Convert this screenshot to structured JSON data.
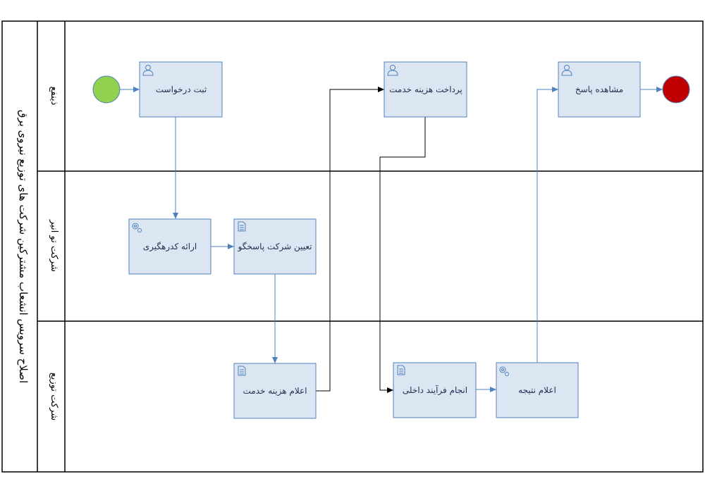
{
  "pool": {
    "title": "اصلاح سرویس انشعاب مشترکین شرکت های توزیع نیروی برق"
  },
  "lanes": [
    {
      "id": "beneficiary",
      "label": "ذینفع"
    },
    {
      "id": "aggregator",
      "label": "شرکت تو انیر"
    },
    {
      "id": "distribution",
      "label": "شرکت توزیع"
    }
  ],
  "tasks": {
    "submit_request": {
      "label": "ثبت درخواست",
      "icon": "user-icon"
    },
    "pay_service_fee": {
      "label": "پرداخت هزینه خدمت",
      "icon": "user-icon"
    },
    "view_response": {
      "label": "مشاهده پاسخ",
      "icon": "user-icon"
    },
    "provide_tracking_code": {
      "label": "ارائه کدرهگیری",
      "icon": "gear-icon"
    },
    "assign_responder": {
      "label": "تعیین شرکت پاسخگو",
      "icon": "document-icon"
    },
    "announce_service_fee": {
      "label": "اعلام هزینه خدمت",
      "icon": "document-icon"
    },
    "internal_process": {
      "label": "انجام فرآیند داخلی",
      "icon": "document-icon"
    },
    "announce_result": {
      "label": "اعلام نتیجه",
      "icon": "gear-icon"
    }
  },
  "events": {
    "start": {
      "color": "#92d050"
    },
    "end": {
      "color": "#c00000"
    }
  },
  "colors": {
    "task_fill": "#dce6f2",
    "task_stroke": "#4f81bd",
    "connector_blue": "#4f81bd",
    "connector_black": "#000000"
  }
}
